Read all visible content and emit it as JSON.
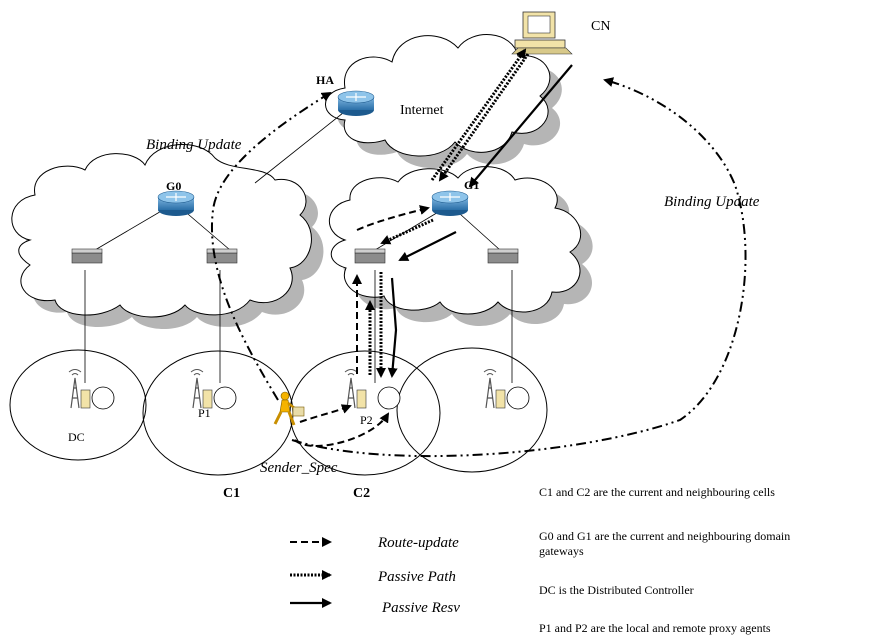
{
  "nodes": {
    "cn": "CN",
    "internet": "Internet",
    "ha": "HA",
    "g0": "G0",
    "g1": "G1",
    "dc": "DC",
    "p1": "P1",
    "p2": "P2",
    "c1": "C1",
    "c2": "C2"
  },
  "annotations": {
    "binding_update_left": "Binding Update",
    "binding_update_right": "Binding Update",
    "sender_spec": "Sender_Spec"
  },
  "legend": {
    "route_update": "Route-update",
    "passive_path": "Passive Path",
    "passive_resv": "Passive Resv"
  },
  "notes": [
    "C1 and C2 are the current and neighbouring cells",
    "G0 and G1 are the current and neighbouring domain",
    "gateways",
    "DC is the Distributed Controller",
    "P1 and P2 are the local and remote proxy agents"
  ]
}
